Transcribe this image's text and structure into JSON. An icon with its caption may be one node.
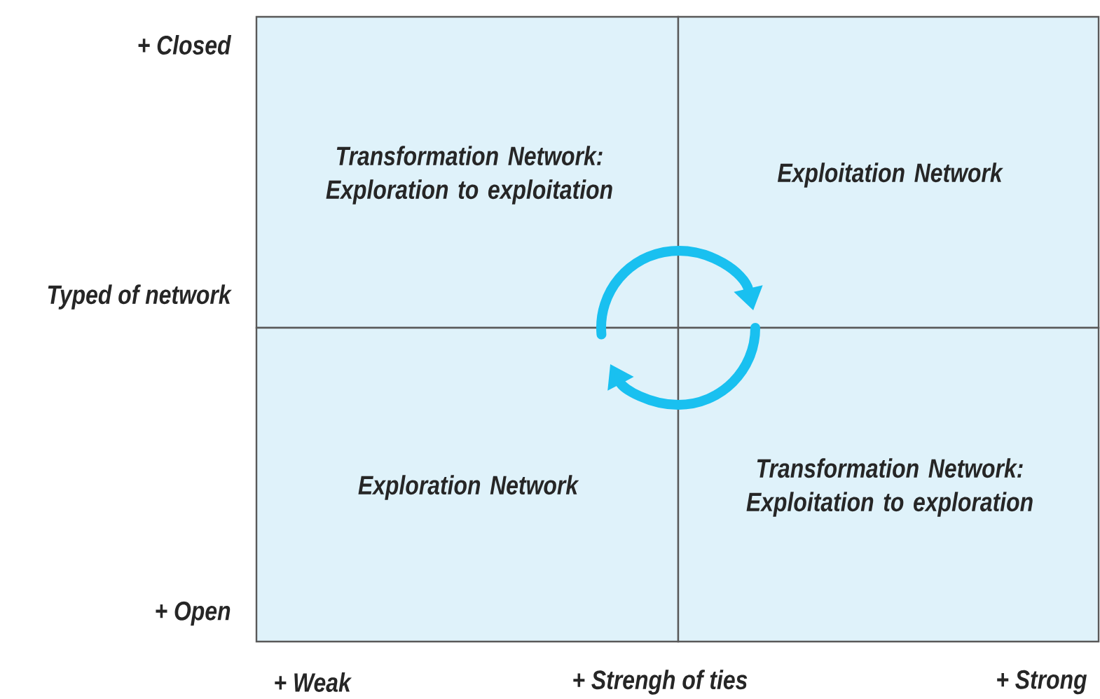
{
  "diagram": {
    "nodes": [
      {
        "text": [
          "Transformation Network: Exploration to exploitation"
        ]
      },
      {
        "text": [
          "Exploitation Network"
        ]
      },
      {
        "text": [
          "Exploration Network"
        ]
      },
      {
        "text": [
          "Transformation Network: Exploitation to exploration"
        ]
      }
    ],
    "labels": [
      "+ Closed",
      "Typed of network",
      "+ Open",
      "+ Weak",
      "+ Strengh of ties",
      "+ Strong"
    ]
  }
}
